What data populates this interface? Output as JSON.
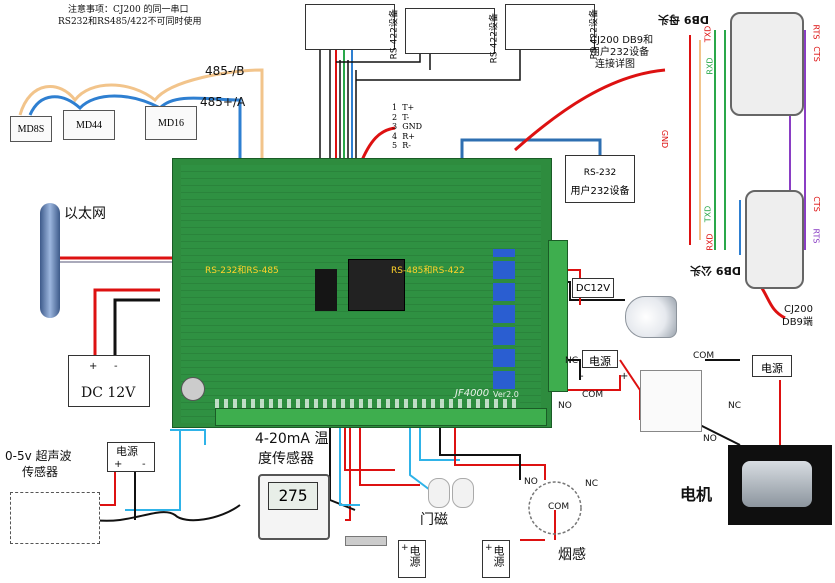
{
  "note": {
    "line1": "注意事项：CJ200 的同一串口",
    "line2": "RS232和RS485/422不可同时使用"
  },
  "rs485_modules": [
    "MD8S",
    "MD44",
    "MD16"
  ],
  "rs485_labels": {
    "b": "485-/B",
    "a": "485+/A"
  },
  "rs422_device": "RS-422设备",
  "rs422_pins": [
    "T+",
    "T-",
    "GND",
    "R+",
    "R-"
  ],
  "rs422_pin_nums": [
    "1",
    "2",
    "3",
    "4",
    "5"
  ],
  "cj200_db9": {
    "line1": "CJ200 DB9和",
    "line2": "用户232设备",
    "line3": "连接详图"
  },
  "db9_female": "DB9 母头",
  "db9_male": "DB9 公头",
  "cj200_port": {
    "line1": "CJ200",
    "line2": "DB9端"
  },
  "wire_labels": {
    "txd": "TXD",
    "rxd": "RXD",
    "rts": "RTS",
    "cts": "CTS",
    "gnd": "GND"
  },
  "rs232_device": {
    "line1": "RS-232",
    "line2": "用户232设备"
  },
  "ethernet": "以太网",
  "board_labels": {
    "rs232_485": "RS-232和RS-485",
    "rs422": "RS-485和RS-422",
    "model": "JF4000",
    "ver": "Ver2.0"
  },
  "dc12v_main": "DC  12V",
  "dc12v_small": "DC12V",
  "power": "电源",
  "terminals": {
    "com": "COM",
    "no": "NO",
    "nc": "NC"
  },
  "motor": "电机",
  "ultrasonic": {
    "line1": "0-5v 超声波",
    "line2": "传感器"
  },
  "temp_sensor": {
    "line1": "4-20mA 温",
    "line2": "度传感器"
  },
  "temp_reading": "275",
  "door": "门磁",
  "smoke": "烟感",
  "plus": "+",
  "minus": "-"
}
